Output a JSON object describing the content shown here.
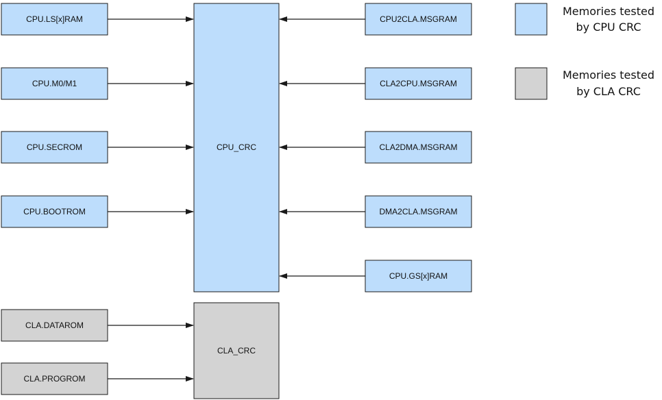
{
  "colors": {
    "cpu_fill": "#BDDDFC",
    "cla_fill": "#D3D3D3",
    "stroke": "#1a1a1a"
  },
  "diagram": {
    "cpu_crc": {
      "label": "CPU_CRC"
    },
    "cla_crc": {
      "label": "CLA_CRC"
    },
    "left_cpu": [
      {
        "label": "CPU.LS[x]RAM"
      },
      {
        "label": "CPU.M0/M1"
      },
      {
        "label": "CPU.SECROM"
      },
      {
        "label": "CPU.BOOTROM"
      }
    ],
    "right_cpu": [
      {
        "label": "CPU2CLA.MSGRAM"
      },
      {
        "label": "CLA2CPU.MSGRAM"
      },
      {
        "label": "CLA2DMA.MSGRAM"
      },
      {
        "label": "DMA2CLA.MSGRAM"
      },
      {
        "label": "CPU.GS[x]RAM"
      }
    ],
    "left_cla": [
      {
        "label": "CLA.DATAROM"
      },
      {
        "label": "CLA.PROGROM"
      }
    ]
  },
  "legend": {
    "cpu": {
      "line1": "Memories tested",
      "line2": "by CPU CRC"
    },
    "cla": {
      "line1": "Memories tested",
      "line2": "by CLA CRC"
    }
  }
}
